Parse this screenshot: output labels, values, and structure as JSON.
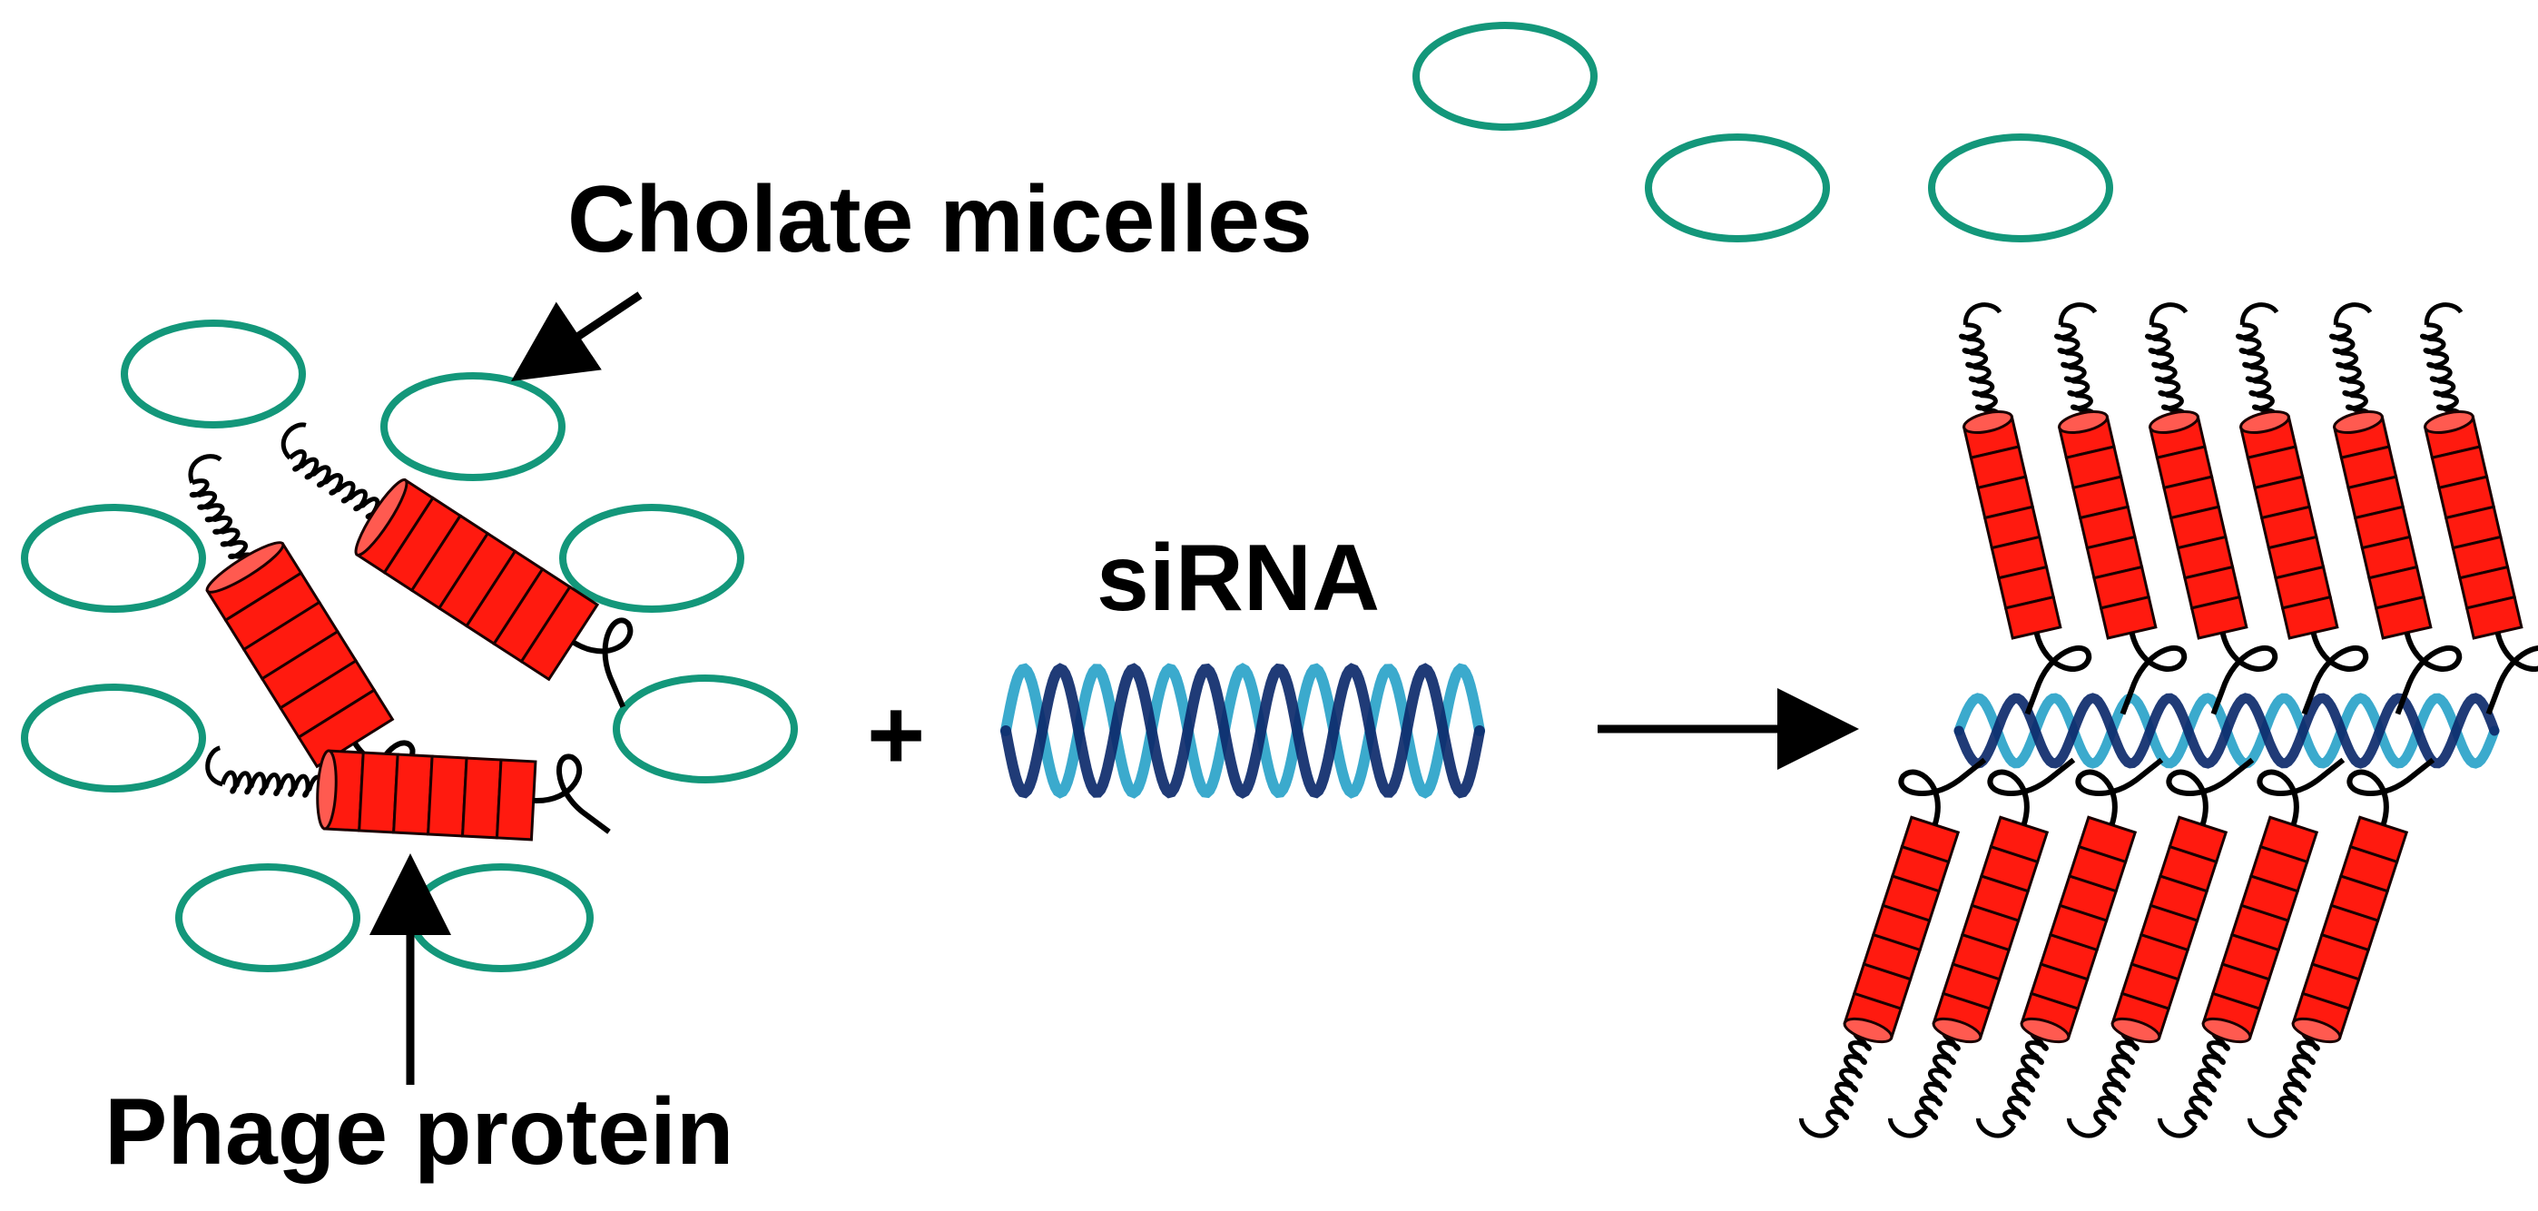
{
  "labels": {
    "cholate": "Cholate micelles",
    "sirna": "siRNA",
    "phage": "Phage protein",
    "plus": "+"
  },
  "colors": {
    "micelle": "#13977a",
    "helix": "#ff1a0f",
    "helix_outline": "#1a0000",
    "rna_dark": "#0d2a6b",
    "rna_light": "#2aa3c9",
    "ink": "#000000"
  },
  "icons": [
    "micelle-icon",
    "phage-protein-icon",
    "sirna-helix-icon",
    "arrow-icon"
  ]
}
